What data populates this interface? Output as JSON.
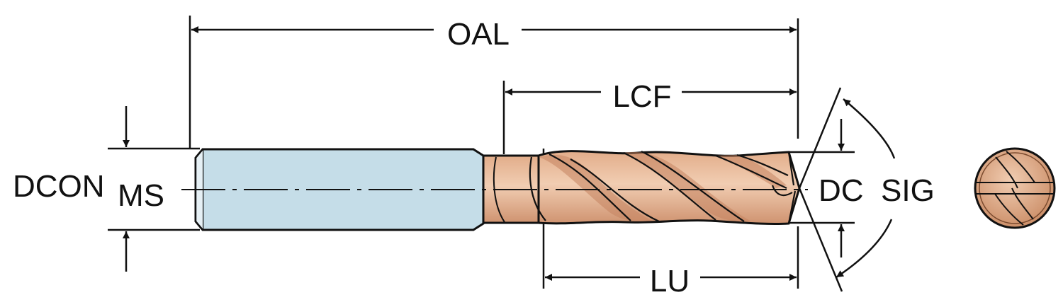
{
  "labels": {
    "oal": "OAL",
    "lcf": "LCF",
    "lu": "LU",
    "dcon": "DCON",
    "dcon_sub": "MS",
    "dc": "DC",
    "sig": "SIG"
  },
  "colors": {
    "line": "#111111",
    "shank_fill": "#c5dde8",
    "copper_light": "#ecc3a4",
    "copper_mid": "#d9a07a",
    "copper_dark": "#b06e48",
    "background": "#ffffff"
  }
}
